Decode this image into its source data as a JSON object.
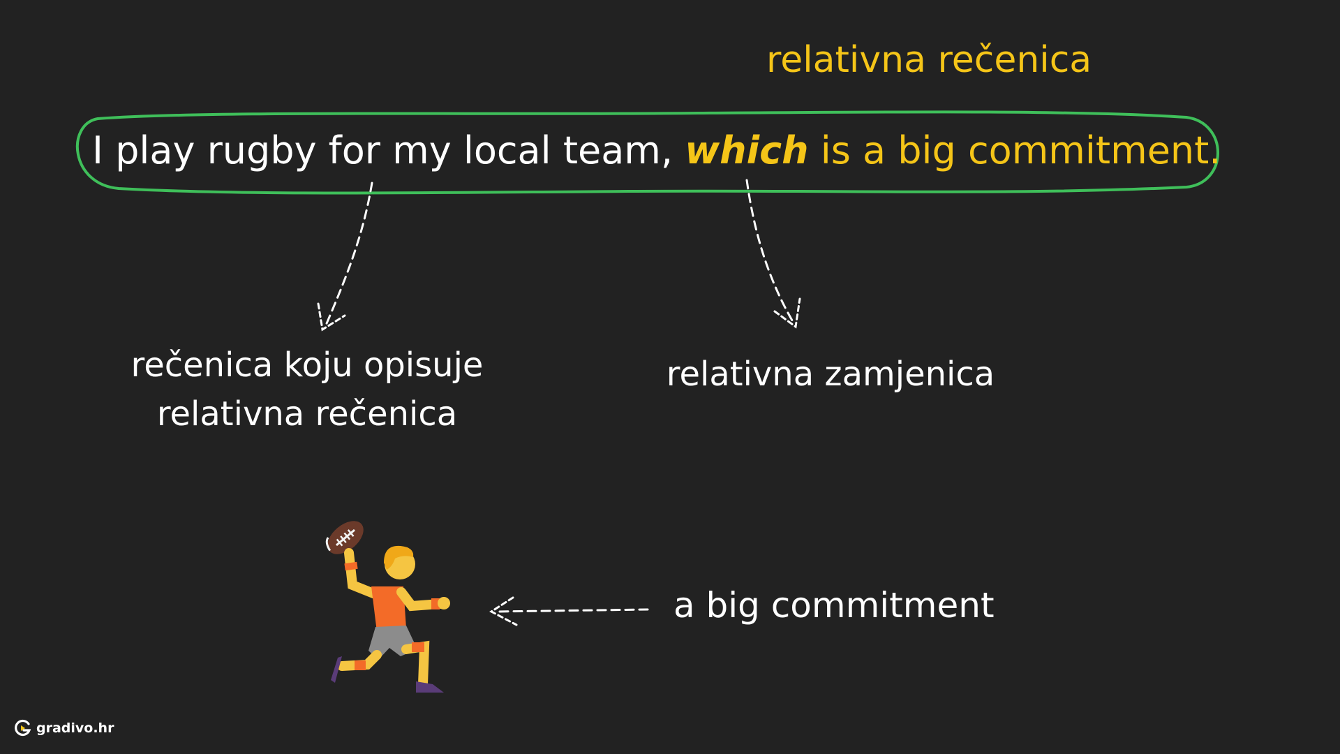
{
  "heading": "relativna rečenica",
  "sentence": {
    "part1": "I play rugby for my local team, ",
    "pronoun": "which",
    "part2": " is a big commitment."
  },
  "labels": {
    "left_line1": "rečenica koju opisuje",
    "left_line2": "relativna rečenica",
    "right": "relativna zamjenica",
    "bottom": "a big commitment"
  },
  "logo": {
    "text": "gradivo.hr",
    "icon": "gradivo-logo-icon"
  },
  "illustration": {
    "icon": "rugby-player-icon"
  },
  "colors": {
    "background": "#222222",
    "accent": "#f5c518",
    "outline": "#3fbf5a",
    "text": "#ffffff"
  }
}
